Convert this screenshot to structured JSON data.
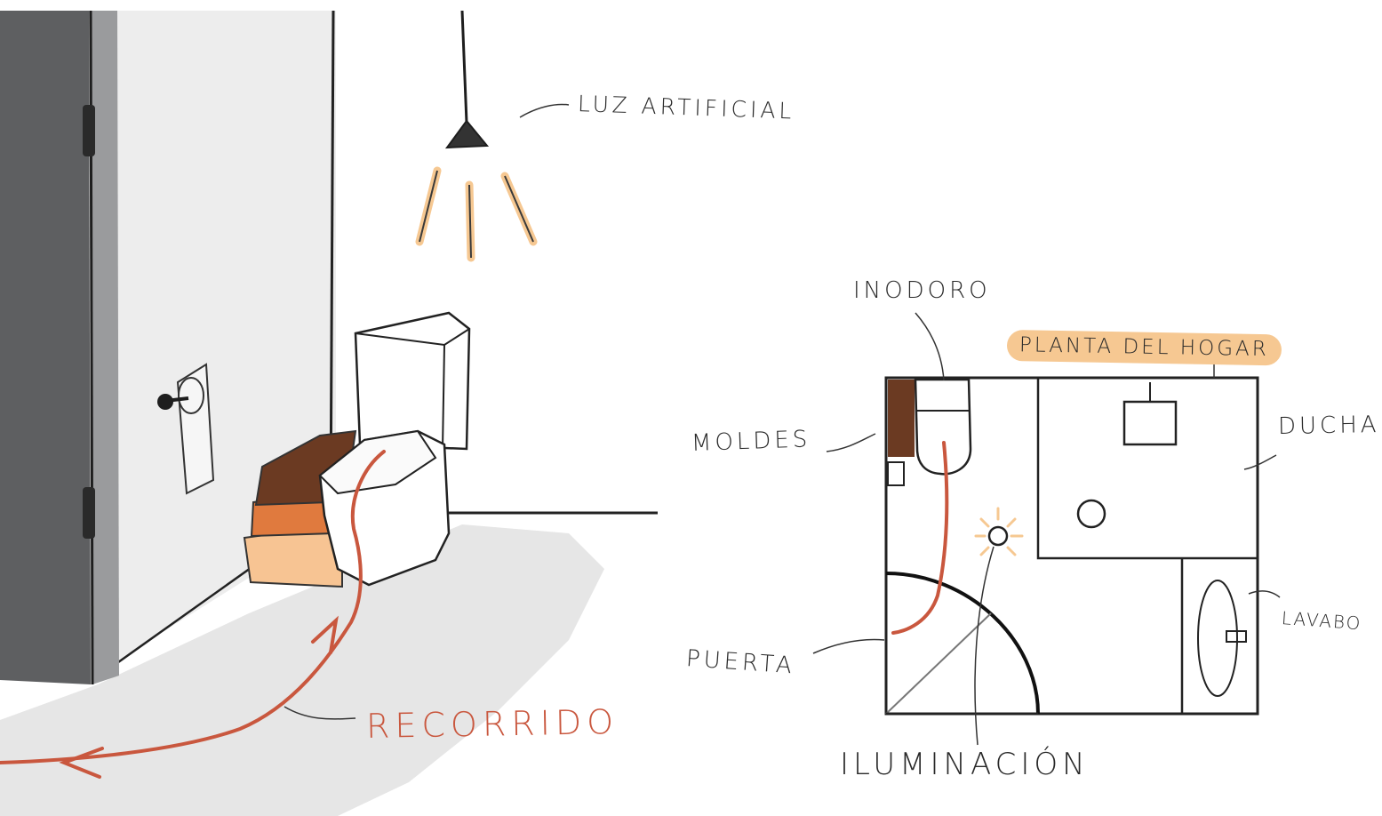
{
  "labels": {
    "luz_artificial": "LUZ ARTIFICIAL",
    "recorrido": "RECORRIDO",
    "inodoro": "INODORO",
    "planta_del_hogar": "PLANTA DEL HOGAR",
    "moldes": "MOLDES",
    "ducha": "DUCHA",
    "lavabo": "LAVABO",
    "puerta": "PUERTA",
    "iluminacion": "ILUMINACIÓN"
  },
  "colors": {
    "ink": "#2a2a2a",
    "wall_dark": "#5e5f61",
    "wall_light": "#e8e8e8",
    "floor": "#e5e5e5",
    "path_red": "#c9573e",
    "light_glow": "#f6c892",
    "molde_brown": "#6b3a22",
    "molde_orange": "#e07a3e",
    "molde_peach": "#f7c493"
  }
}
